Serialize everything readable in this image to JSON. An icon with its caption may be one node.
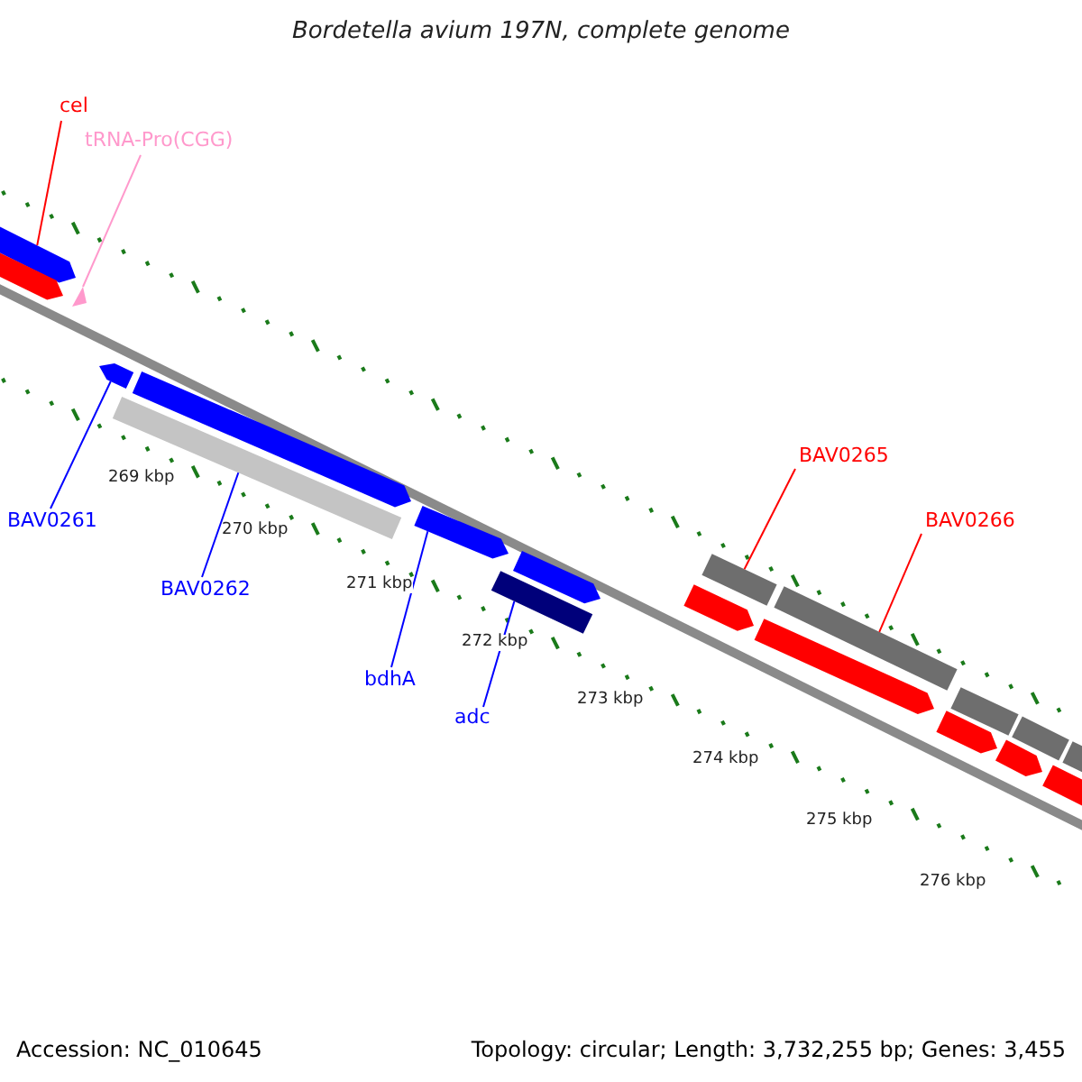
{
  "diagram": {
    "title": "Bordetella avium 197N, complete genome",
    "nodes": [
      {
        "text": [
          "cel"
        ]
      },
      {
        "text": [
          "tRNA-Pro(CGG)"
        ]
      },
      {
        "text": [
          "BAV0261"
        ]
      },
      {
        "text": [
          "BAV0262"
        ]
      },
      {
        "text": [
          "bdhA"
        ]
      },
      {
        "text": [
          "adc"
        ]
      },
      {
        "text": [
          "BAV0265"
        ]
      },
      {
        "text": [
          "BAV0266"
        ]
      },
      {
        "text": [],
        "shape": "pentagon"
      },
      {
        "text": [],
        "shape": "pentagon"
      },
      {
        "text": [],
        "shape": "triangle"
      },
      {
        "text": [],
        "shape": "pentagon"
      },
      {
        "text": [],
        "shape": "box"
      },
      {
        "text": [],
        "shape": "pentagon"
      },
      {
        "text": [],
        "shape": "pentagon"
      },
      {
        "text": [],
        "shape": "box"
      },
      {
        "text": [],
        "shape": "pentagon"
      },
      {
        "text": [],
        "shape": "pentagon"
      },
      {
        "text": [],
        "shape": "box"
      },
      {
        "text": [],
        "shape": "pentagon"
      },
      {
        "text": [],
        "shape": "box"
      },
      {
        "text": [],
        "shape": "pentagon"
      },
      {
        "text": [],
        "shape": "box"
      },
      {
        "text": [],
        "shape": "pentagon"
      },
      {
        "text": [],
        "shape": "box"
      },
      {
        "text": [],
        "shape": "pentagon"
      },
      {
        "text": [],
        "shape": "box"
      }
    ],
    "edges": [
      {
        "from": 0,
        "to": 8,
        "arrow": "none",
        "color": "#ff0000"
      },
      {
        "from": 1,
        "to": 10,
        "arrow": "none",
        "color": "#ff99cc"
      },
      {
        "from": 2,
        "to": 11,
        "arrow": "none",
        "color": "#0000ff"
      },
      {
        "from": 3,
        "to": 12,
        "arrow": "none",
        "color": "#0000ff"
      },
      {
        "from": 4,
        "to": 14,
        "arrow": "none",
        "color": "#0000ff"
      },
      {
        "from": 5,
        "to": 15,
        "arrow": "none",
        "color": "#0000ff"
      },
      {
        "from": 6,
        "to": 18,
        "arrow": "none",
        "color": "#ff0000"
      },
      {
        "from": 7,
        "to": 20,
        "arrow": "none",
        "color": "#ff0000"
      }
    ],
    "labels": [
      "269 kbp",
      "270 kbp",
      "271 kbp",
      "272 kbp",
      "273 kbp",
      "274 kbp",
      "275 kbp",
      "276 kbp",
      "Accession: NC_010645",
      "Topology: circular; Length: 3,732,255 bp; Genes: 3,455"
    ]
  }
}
